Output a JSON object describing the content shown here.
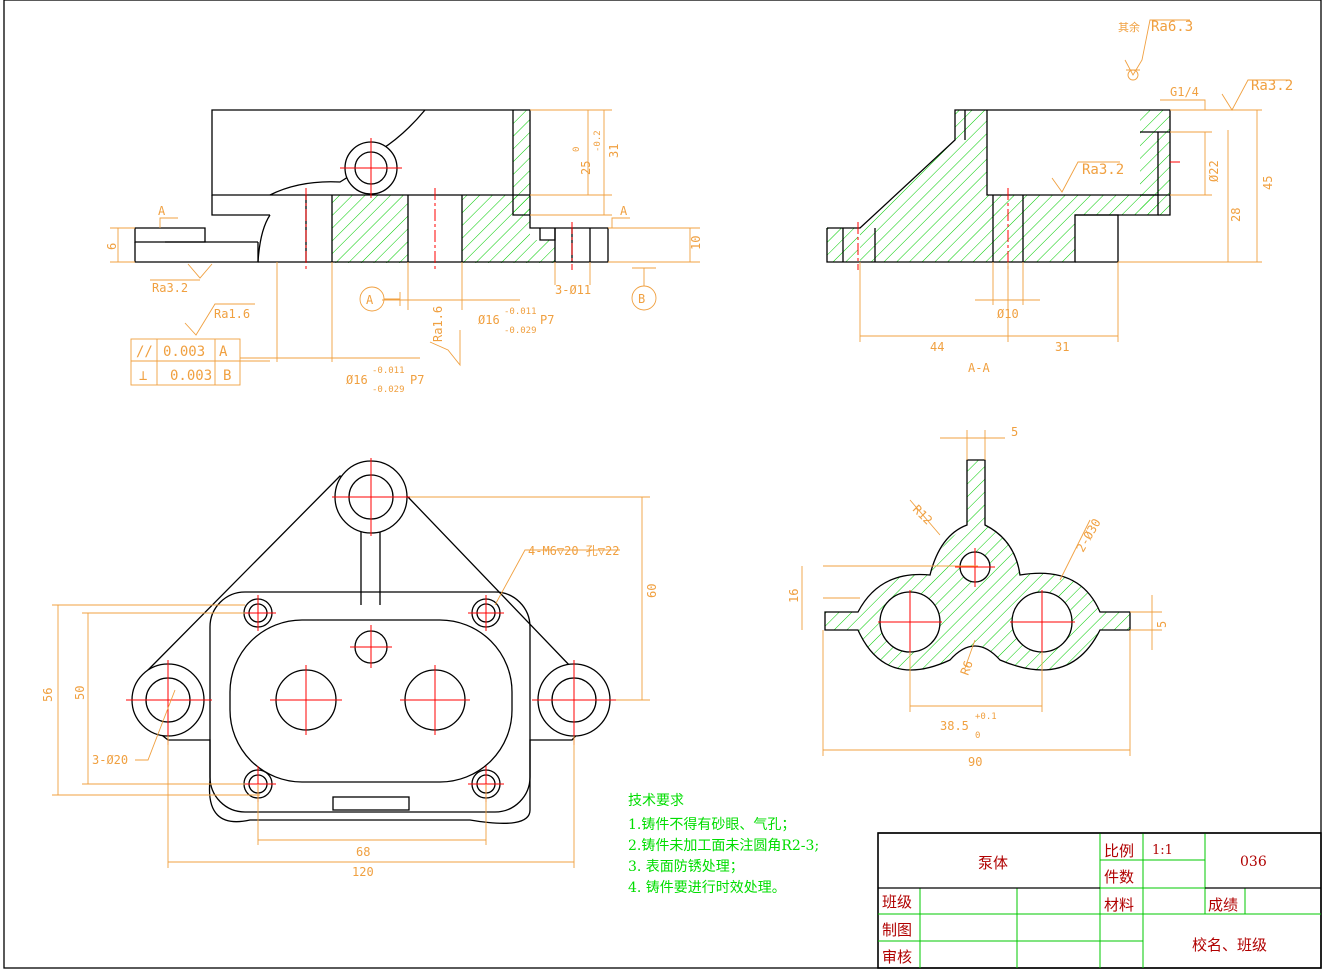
{
  "roughness": {
    "top_general_prefix": "其余",
    "top_general": "Ra6.3",
    "front_bottom": "Ra3.2",
    "front_top": "Ra1.6",
    "front_vertical": "Ra1.6",
    "section_inner": "Ra3.2",
    "section_right": "Ra3.2"
  },
  "tolerances": {
    "row1": {
      "symbol": "//",
      "value": "0.003",
      "datum": "A"
    },
    "row2": {
      "symbol": "⊥",
      "value": "0.003",
      "datum": "B"
    }
  },
  "front_view": {
    "dim_25": "25",
    "dim_25_tol_up": "0",
    "dim_25_tol_dn": "-0.2",
    "dim_31": "31",
    "dim_10": "10",
    "dim_6": "6",
    "holes_3x11": "3-Ø11",
    "bore_upper": "Ø16",
    "bore_upper_tol_up": "-0.011",
    "bore_upper_tol_dn": "-0.029",
    "bore_upper_fit": "P7",
    "bore_lower": "Ø16",
    "bore_lower_tol_up": "-0.011",
    "bore_lower_tol_dn": "-0.029",
    "bore_lower_fit": "P7",
    "datum_a": "A",
    "datum_b": "B",
    "section_mark_left": "A",
    "section_mark_right": "A"
  },
  "section_view": {
    "label": "A-A",
    "dim_44": "44",
    "dim_31": "31",
    "dim_10": "Ø10",
    "dim_45": "45",
    "dim_28": "28",
    "dim_22": "Ø22",
    "thread": "G1/4"
  },
  "top_view": {
    "dim_60": "60",
    "dim_56": "56",
    "dim_50": "50",
    "dim_68": "68",
    "dim_120": "120",
    "tapped_holes": "4-M6▽20  孔▽22",
    "bosses": "3-Ø20"
  },
  "sub_section": {
    "dim_5_top": "5",
    "dim_r12": "R12",
    "dim_2x30": "2-Ø30",
    "dim_16": "16",
    "dim_5_right": "5",
    "dim_r6": "R6",
    "dim_38_5": "38.5",
    "dim_38_5_tol_up": "+0.1",
    "dim_38_5_tol_dn": "0",
    "dim_90": "90"
  },
  "technical_requirements": {
    "title": "技术要求",
    "items": [
      "1.铸件不得有砂眼、气孔；",
      "2.铸件未加工面未注圆角R2-3;",
      "3. 表面防锈处理；",
      "4. 铸件要进行时效处理。"
    ]
  },
  "title_block": {
    "part_name": "泵体",
    "scale_label": "比例",
    "scale_value": "1:1",
    "drawing_no": "036",
    "qty_label": "件数",
    "material_label": "材料",
    "grade_label": "成绩",
    "class_label": "班级",
    "drawn_label": "制图",
    "checked_label": "审核",
    "school": "校名、班级"
  },
  "colors": {
    "outline": "#000000",
    "centerline": "#ff0000",
    "dimension": "#f0a040",
    "hatch": "#00cc00",
    "text_green": "#00dd00",
    "title_text": "#b00000"
  }
}
